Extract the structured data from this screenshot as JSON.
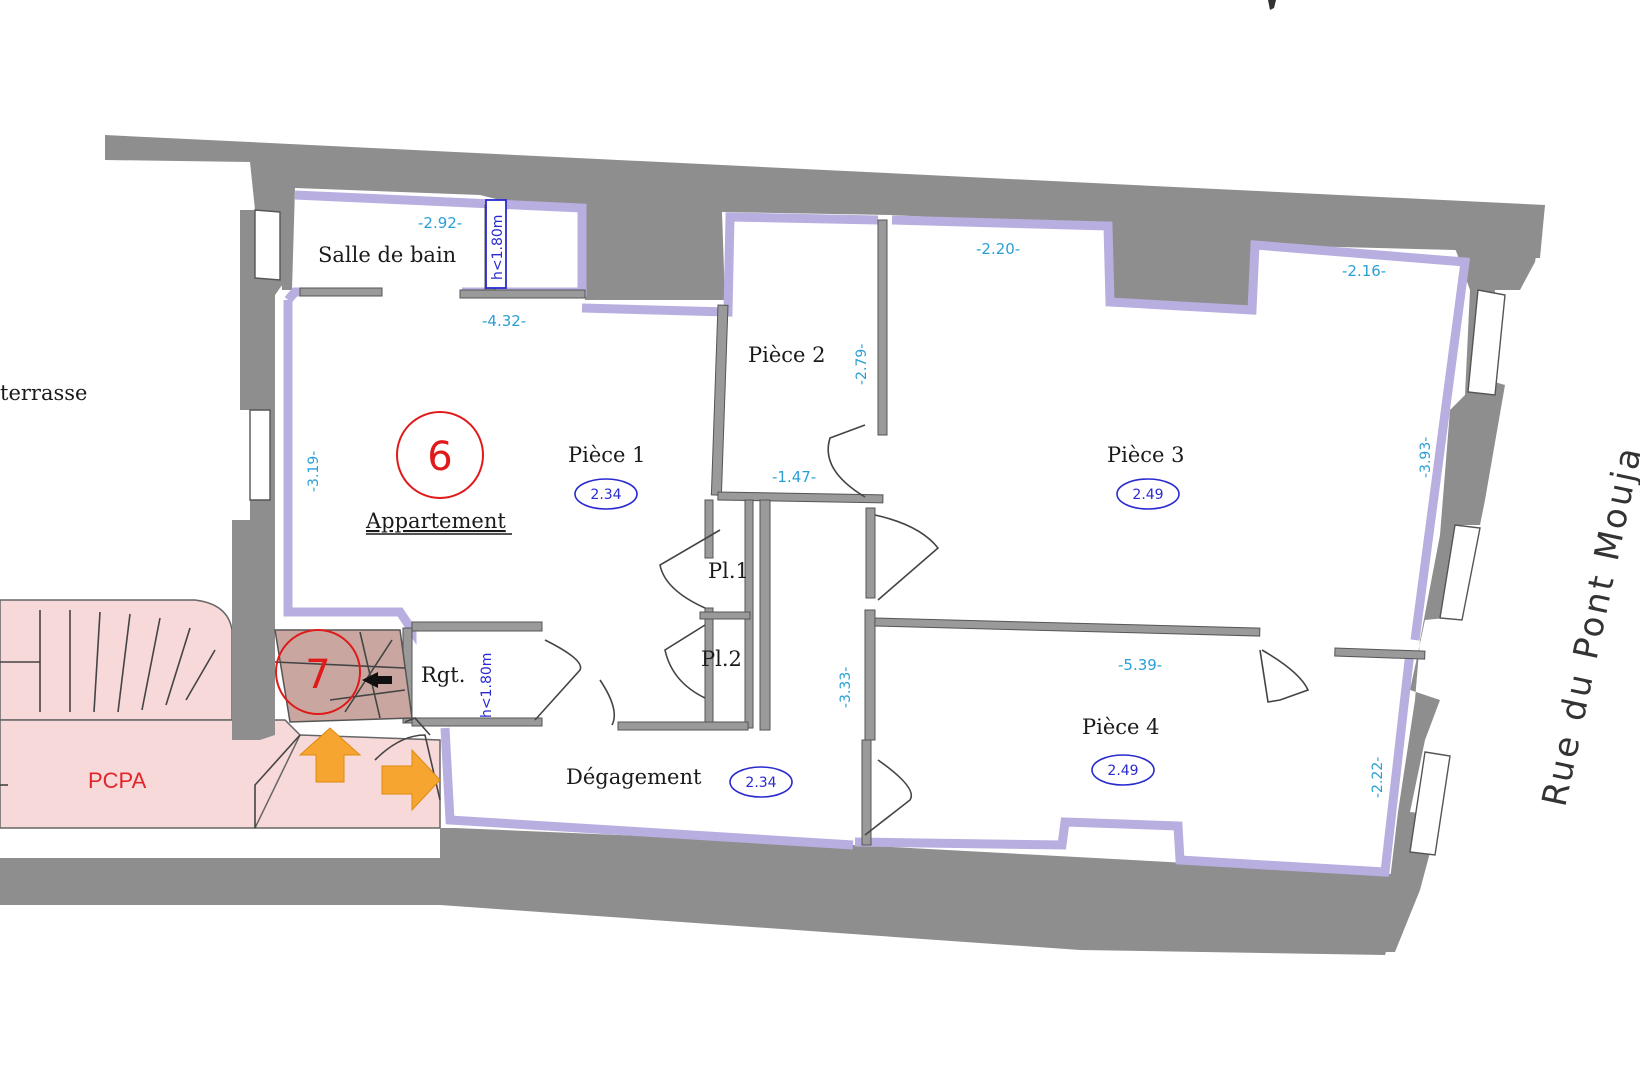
{
  "plan": {
    "street_name": "Rue du Pont Mouja",
    "terrace_label": "terrasse",
    "common_area_label": "PCPA",
    "unit_label": "Appartement",
    "markers": [
      {
        "number": "6"
      },
      {
        "number": "7"
      }
    ],
    "rooms": [
      {
        "id": "salle-de-bain",
        "label": "Salle de bain",
        "height": ""
      },
      {
        "id": "piece-1",
        "label": "Pièce 1",
        "height": "2.34"
      },
      {
        "id": "piece-2",
        "label": "Pièce 2",
        "height": ""
      },
      {
        "id": "piece-3",
        "label": "Pièce 3",
        "height": "2.49"
      },
      {
        "id": "piece-4",
        "label": "Pièce 4",
        "height": "2.49"
      },
      {
        "id": "degagement",
        "label": "Dégagement",
        "height": "2.34"
      },
      {
        "id": "pl1",
        "label": "Pl.1",
        "height": ""
      },
      {
        "id": "pl2",
        "label": "Pl.2",
        "height": ""
      },
      {
        "id": "rgt",
        "label": "Rgt.",
        "height": ""
      }
    ],
    "dimensions": {
      "sdb_width": "-2.92-",
      "piece1_width": "-4.32-",
      "piece1_depth": "-3.19-",
      "piece2_depth": "-2.79-",
      "piece2_width": "-1.47-",
      "piece3_width_left": "-2.20-",
      "piece3_width_right": "-2.16-",
      "piece3_depth": "-3.93-",
      "piece4_width": "-5.39-",
      "piece4_depth": "-2.22-",
      "degagement_depth": "-3.33-",
      "sdb_low_height": "h<1.80m",
      "rgt_low_height": "h<1.80m"
    }
  }
}
